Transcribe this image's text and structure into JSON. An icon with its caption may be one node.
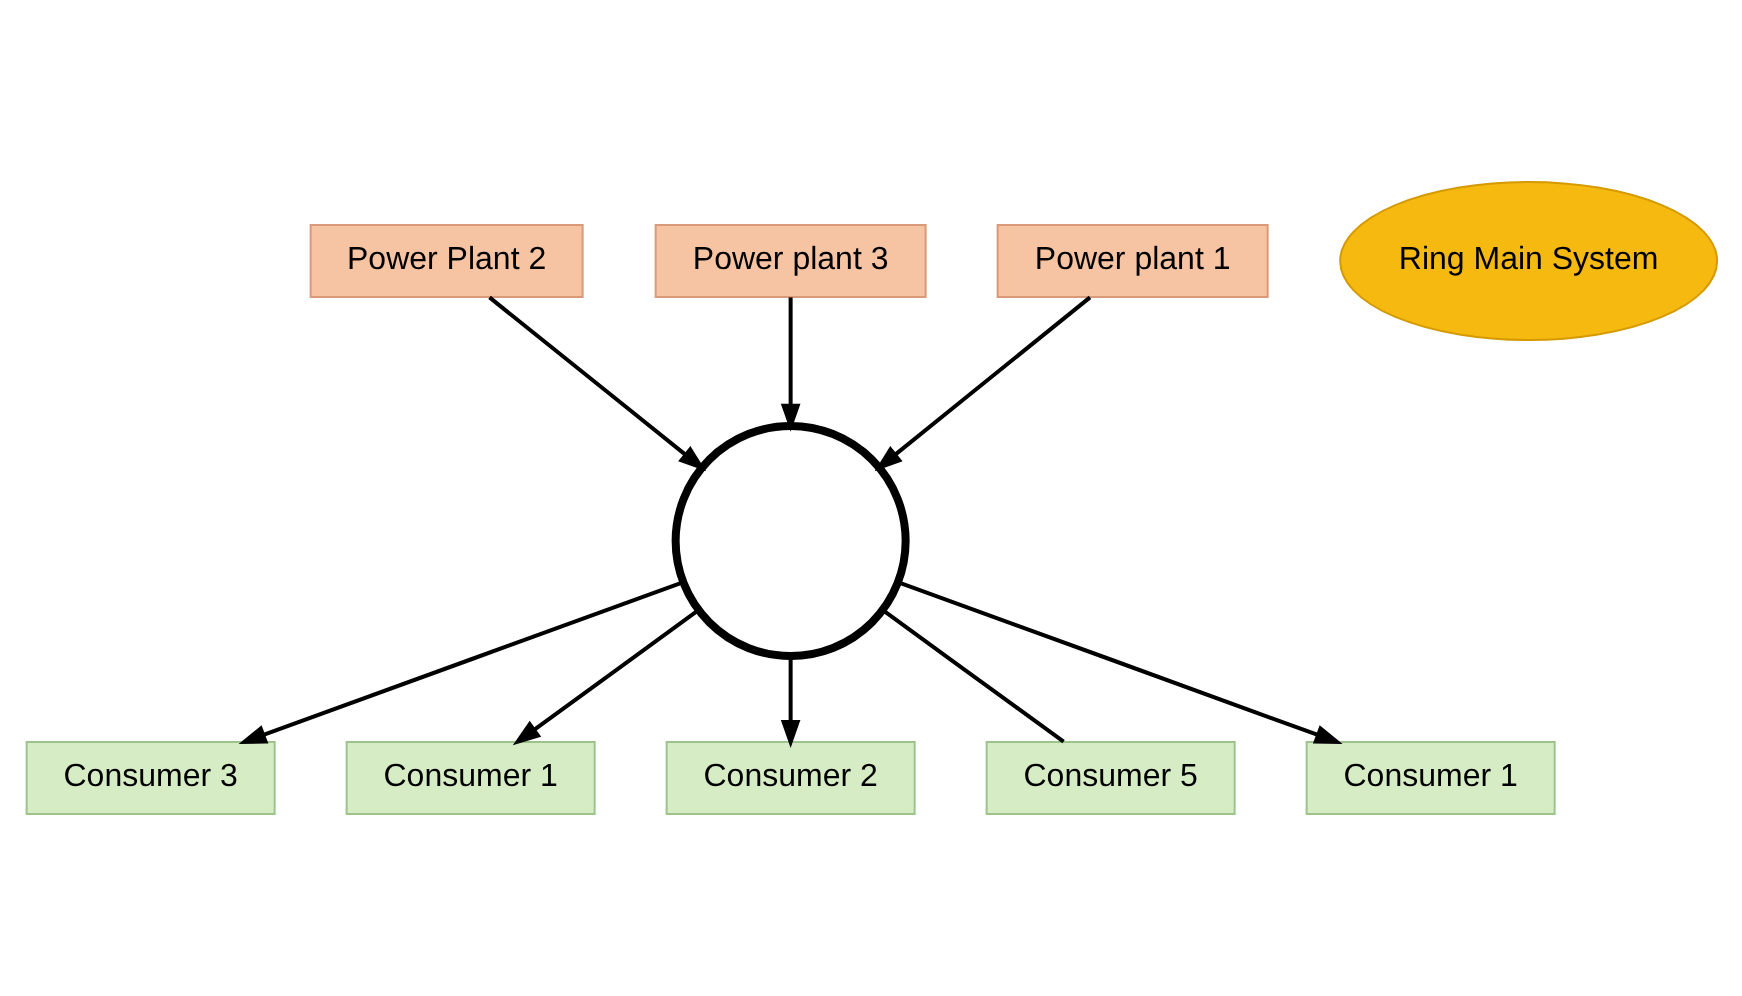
{
  "diagram": {
    "nodes": [
      {
        "text": [
          "Consumer 3"
        ]
      },
      {
        "text": [
          "Consumer 1"
        ]
      },
      {
        "text": [
          "Consumer 2"
        ]
      },
      {
        "text": [],
        "shape": "circle"
      },
      {
        "text": [
          "Ring Main System"
        ]
      },
      {
        "text": [
          "Power Plant 2"
        ]
      },
      {
        "text": [
          "Power plant 3"
        ]
      },
      {
        "text": [
          "Consumer 5"
        ]
      },
      {
        "text": [
          "Consumer 1"
        ]
      },
      {
        "text": [
          "Power plant 1"
        ]
      }
    ],
    "edges": [
      {
        "from": 3,
        "to": 0,
        "arrow": "to"
      },
      {
        "from": 3,
        "to": 1,
        "arrow": "to"
      },
      {
        "from": 3,
        "to": 2,
        "arrow": "to"
      },
      {
        "from": 5,
        "to": 3,
        "arrow": "to"
      },
      {
        "from": 6,
        "to": 3,
        "arrow": "to"
      },
      {
        "from": 3,
        "to": 7,
        "arrow": "none"
      },
      {
        "from": 3,
        "to": 8,
        "arrow": "to"
      },
      {
        "from": 9,
        "to": 3,
        "arrow": "to"
      }
    ]
  }
}
